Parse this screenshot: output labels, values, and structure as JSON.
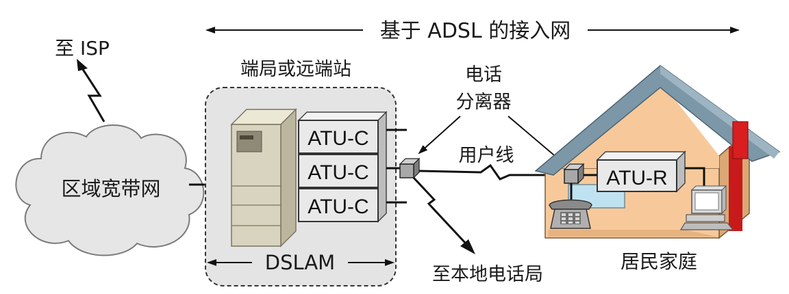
{
  "title": "基于 ADSL 的接入网",
  "labels": {
    "isp": "至 ISP",
    "regional_net": "区域宽带网",
    "central_office": "端局或远端站",
    "dslam": "DSLAM",
    "splitter": "电话\n分离器",
    "user_line": "用户线",
    "local_exchange": "至本地电话局",
    "residence": "居民家庭"
  },
  "atu_c": [
    "ATU-C",
    "ATU-C",
    "ATU-C"
  ],
  "atu_r": "ATU-R",
  "colors": {
    "cloud": "#e6e6e6",
    "dslam_bg": "#e4e4e4",
    "cabinet": "#d9d4bf",
    "box": "#e9e9e9",
    "house_wall": "#f7c99a",
    "roof": "#7c97a7",
    "chimney": "#d81e1e",
    "window": "#bfe2f1",
    "line": "#111111"
  },
  "icons": [
    "cloud-icon",
    "lightning-icon",
    "cabinet-icon",
    "splitter-icon",
    "telephone-icon",
    "computer-icon",
    "house-icon"
  ]
}
